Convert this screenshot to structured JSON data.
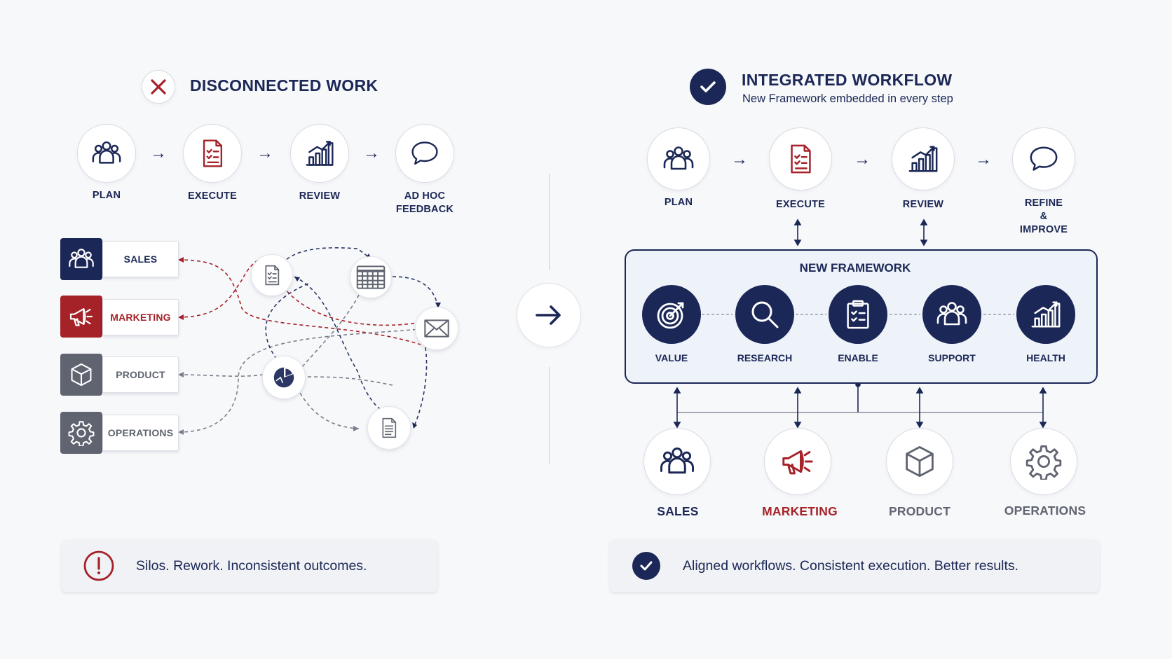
{
  "left": {
    "title": "DISCONNECTED WORK",
    "header_icon": "x-icon",
    "steps": [
      {
        "label": "PLAN",
        "icon": "team-icon"
      },
      {
        "label": "EXECUTE",
        "icon": "checklist-document-icon"
      },
      {
        "label": "REVIEW",
        "icon": "bar-chart-icon"
      },
      {
        "label": "AD HOC\nFEEDBACK",
        "icon": "speech-bubble-icon"
      }
    ],
    "departments": [
      {
        "label": "SALES",
        "icon": "team-icon",
        "color": "#1b2756"
      },
      {
        "label": "MARKETING",
        "icon": "megaphone-icon",
        "color": "#a52228"
      },
      {
        "label": "PRODUCT",
        "icon": "box-icon",
        "color": "#5f6470"
      },
      {
        "label": "OPERATIONS",
        "icon": "gear-icon",
        "color": "#5f6470"
      }
    ],
    "scattered_tools": [
      "checklist-document-icon",
      "calendar-grid-icon",
      "envelope-icon",
      "pie-chart-icon",
      "document-icon"
    ],
    "banner": {
      "icon": "alert-icon",
      "text": "Silos. Rework. Inconsistent outcomes."
    }
  },
  "center": {
    "icon": "arrow-right-icon"
  },
  "right": {
    "title": "INTEGRATED WORKFLOW",
    "subtitle": "New Framework embedded in every step",
    "header_icon": "check-icon",
    "steps": [
      {
        "label": "PLAN",
        "icon": "team-icon"
      },
      {
        "label": "EXECUTE",
        "icon": "checklist-document-icon"
      },
      {
        "label": "REVIEW",
        "icon": "bar-chart-icon"
      },
      {
        "label": "REFINE &\nIMPROVE",
        "icon": "speech-bubble-icon"
      }
    ],
    "framework": {
      "title": "NEW FRAMEWORK",
      "nodes": [
        {
          "label": "VALUE",
          "icon": "target-icon"
        },
        {
          "label": "RESEARCH",
          "icon": "magnifier-icon"
        },
        {
          "label": "ENABLE",
          "icon": "clipboard-check-icon"
        },
        {
          "label": "SUPPORT",
          "icon": "team-icon"
        },
        {
          "label": "HEALTH",
          "icon": "bar-chart-icon"
        }
      ]
    },
    "departments": [
      {
        "label": "SALES",
        "icon": "team-icon",
        "color": "#1b2756"
      },
      {
        "label": "MARKETING",
        "icon": "megaphone-icon",
        "color": "#a52228"
      },
      {
        "label": "PRODUCT",
        "icon": "box-icon",
        "color": "#5f6470"
      },
      {
        "label": "OPERATIONS",
        "icon": "gear-icon",
        "color": "#5f6470"
      }
    ],
    "banner": {
      "icon": "check-icon",
      "text": "Aligned workflows. Consistent execution. Better results."
    }
  },
  "colors": {
    "navy": "#1b2756",
    "red": "#a52228",
    "gray": "#5f6470",
    "framework_bg": "#eef2f9"
  }
}
